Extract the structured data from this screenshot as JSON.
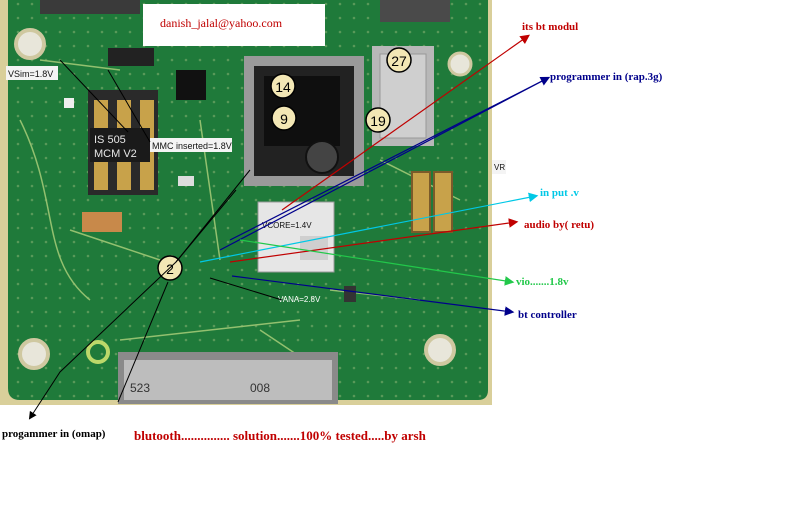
{
  "header": {
    "email": "danish_jalal@yahoo.com"
  },
  "board_marks": {
    "vsim": "VSim=1.8V",
    "mmc": "MMC inserted=1.8V",
    "vcore": "VCORE=1.4V",
    "vana": "VANA=2.8V",
    "vr": "VR",
    "chip_code_1": "IS 505",
    "chip_code_2": "MCM V2",
    "connector_code_1": "523",
    "connector_code_2": "008"
  },
  "test_points": [
    "27",
    "14",
    "9",
    "19",
    "2"
  ],
  "annotations": [
    {
      "text": "its bt modul",
      "color": "#c00000"
    },
    {
      "text": "programmer in (rap.3g)",
      "color": "#00008b"
    },
    {
      "text": "in put .v",
      "color": "#00c8e6"
    },
    {
      "text": "audio by( retu)",
      "color": "#c00000"
    },
    {
      "text": "vio.......1.8v",
      "color": "#22c84a"
    },
    {
      "text": "bt controller",
      "color": "#00008b"
    },
    {
      "text": "progammer in (omap)",
      "color": "#000000"
    }
  ],
  "footer": {
    "caption": "blutooth............... solution.......100% tested.....by arsh",
    "color": "#c00000"
  },
  "colors": {
    "board": "#1f7a3a",
    "board_edge": "#d9cf9a",
    "pad_gold": "#c8a24a",
    "shield": "#b8b8b8"
  }
}
